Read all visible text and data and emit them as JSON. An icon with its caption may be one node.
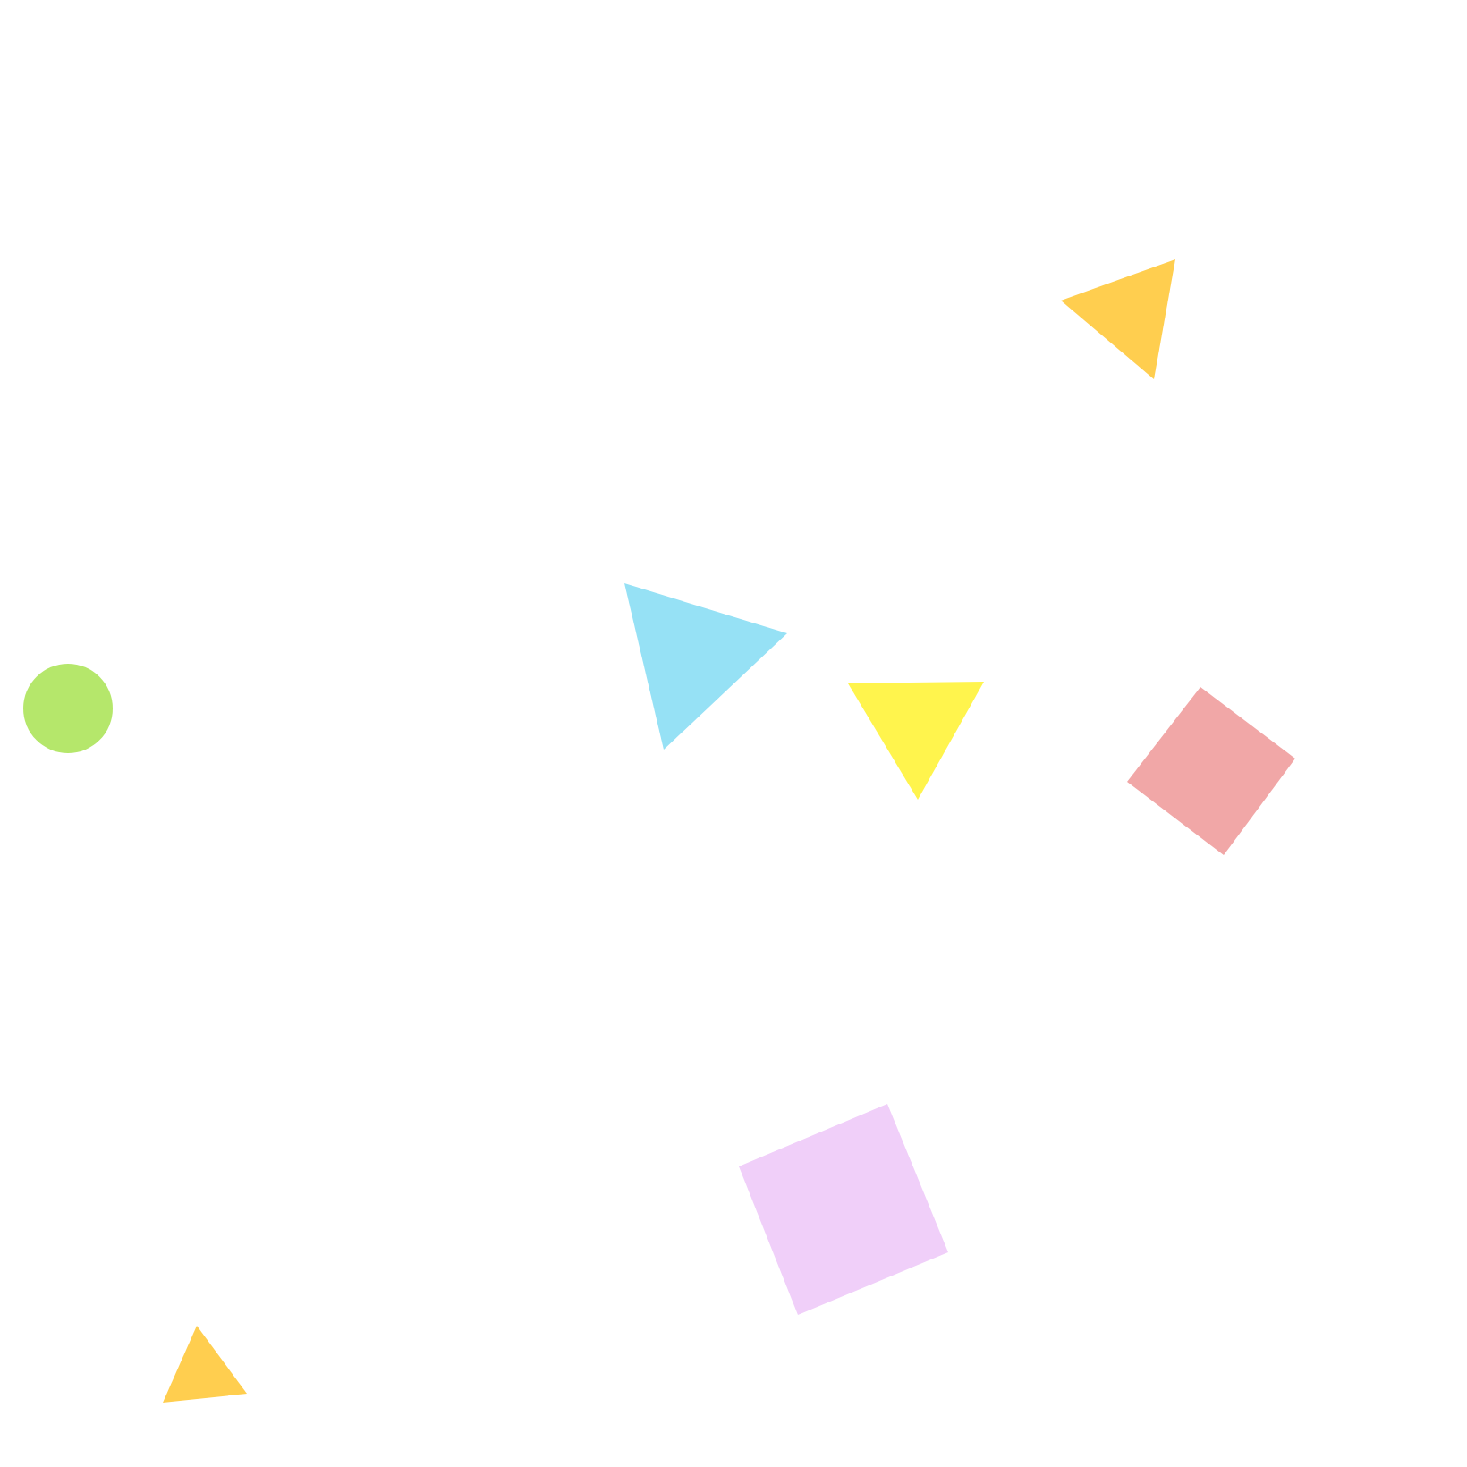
{
  "diagram": {
    "nodes": [
      {
        "text": [],
        "shape": "triangle"
      },
      {
        "text": [],
        "shape": "triangle"
      },
      {
        "text": [],
        "shape": "circle"
      },
      {
        "text": [],
        "shape": "triangle"
      },
      {
        "text": [],
        "shape": "diamond"
      },
      {
        "text": [],
        "shape": "box"
      },
      {
        "text": [],
        "shape": "triangle"
      }
    ]
  }
}
